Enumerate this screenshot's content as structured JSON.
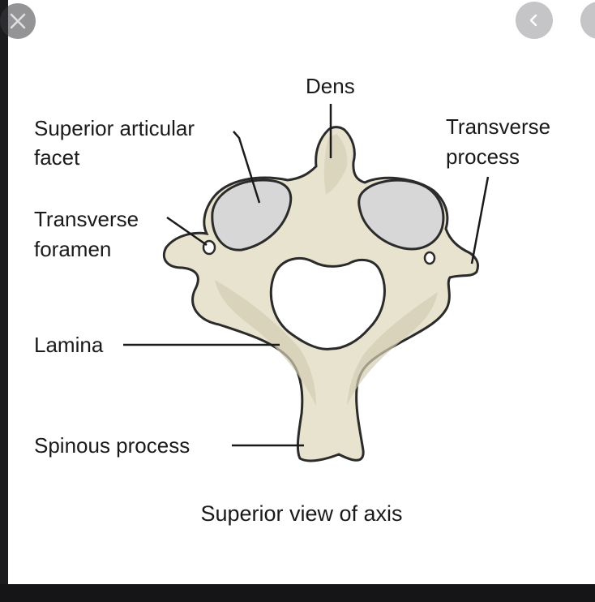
{
  "viewer": {
    "close_icon": "close-icon",
    "prev_icon": "chevron-left-icon",
    "next_icon": "chevron-right-icon",
    "background": "#1c1c1f"
  },
  "figure": {
    "labels": {
      "dens": "Dens",
      "superior_articular_facet_line1": "Superior articular",
      "superior_articular_facet_line2": "facet",
      "transverse_process_line1": "Transverse",
      "transverse_process_line2": "process",
      "transverse_foramen_line1": "Transverse",
      "transverse_foramen_line2": "foramen",
      "lamina": "Lamina",
      "spinous_process": "Spinous process"
    },
    "caption": "Superior view of axis",
    "colors": {
      "bone": "#e8e3cf",
      "bone_shadow": "#cfc7ad",
      "facet": "#d7d7d7",
      "outline": "#2b2b2b"
    }
  }
}
